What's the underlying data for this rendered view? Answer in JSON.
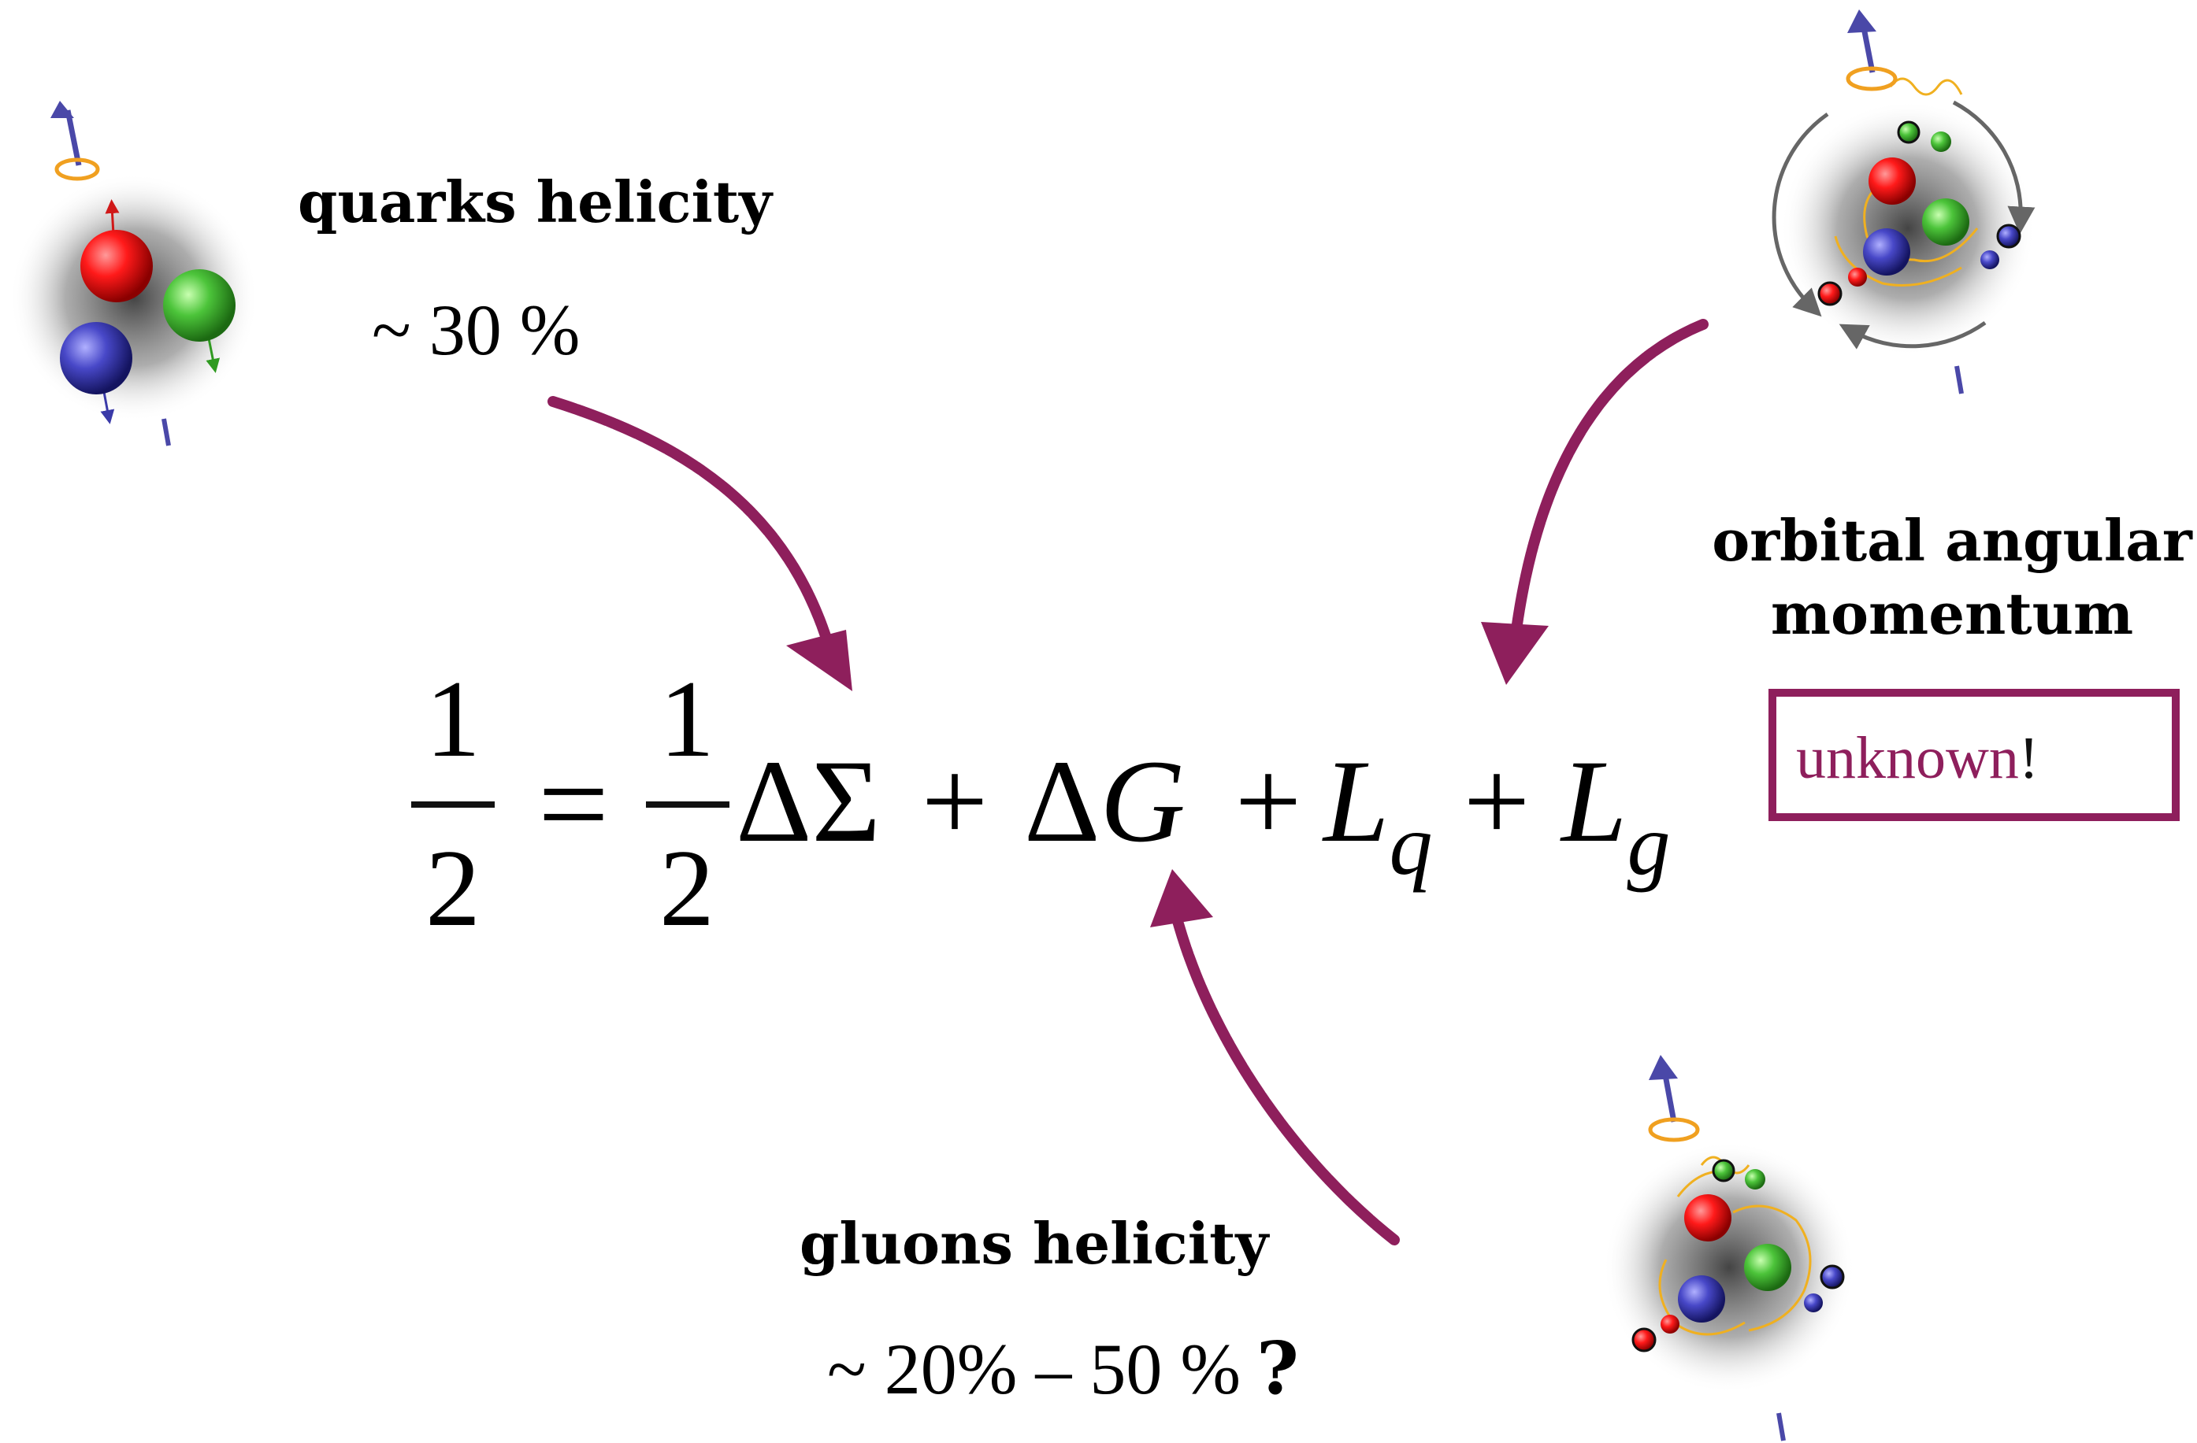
{
  "quarks": {
    "title": "quarks helicity",
    "value": "~ 30 %"
  },
  "orbital": {
    "title_line1": "orbital angular",
    "title_line2": "momentum",
    "value": "unknown",
    "value_suffix": "!"
  },
  "gluons": {
    "title": "gluons helicity",
    "value": "~  20% – 50 %",
    "value_suffix": "?"
  },
  "equation": {
    "lhs_num": "1",
    "lhs_den": "2",
    "equals": "=",
    "frac_num": "1",
    "frac_den": "2",
    "delta_sigma": "ΔΣ",
    "plus1": "+",
    "delta": "Δ",
    "G": "G",
    "plus2": "+",
    "L1": "L",
    "sub_q": "q",
    "plus3": "+",
    "L2": "L",
    "sub_g": "g"
  },
  "colors": {
    "accent": "#8e1f5c",
    "quark_red": "#e01818",
    "quark_green": "#3fae2a",
    "quark_blue": "#3a3aa8",
    "spin_arrow": "#4a48a8",
    "orbit": "#f0a020"
  }
}
